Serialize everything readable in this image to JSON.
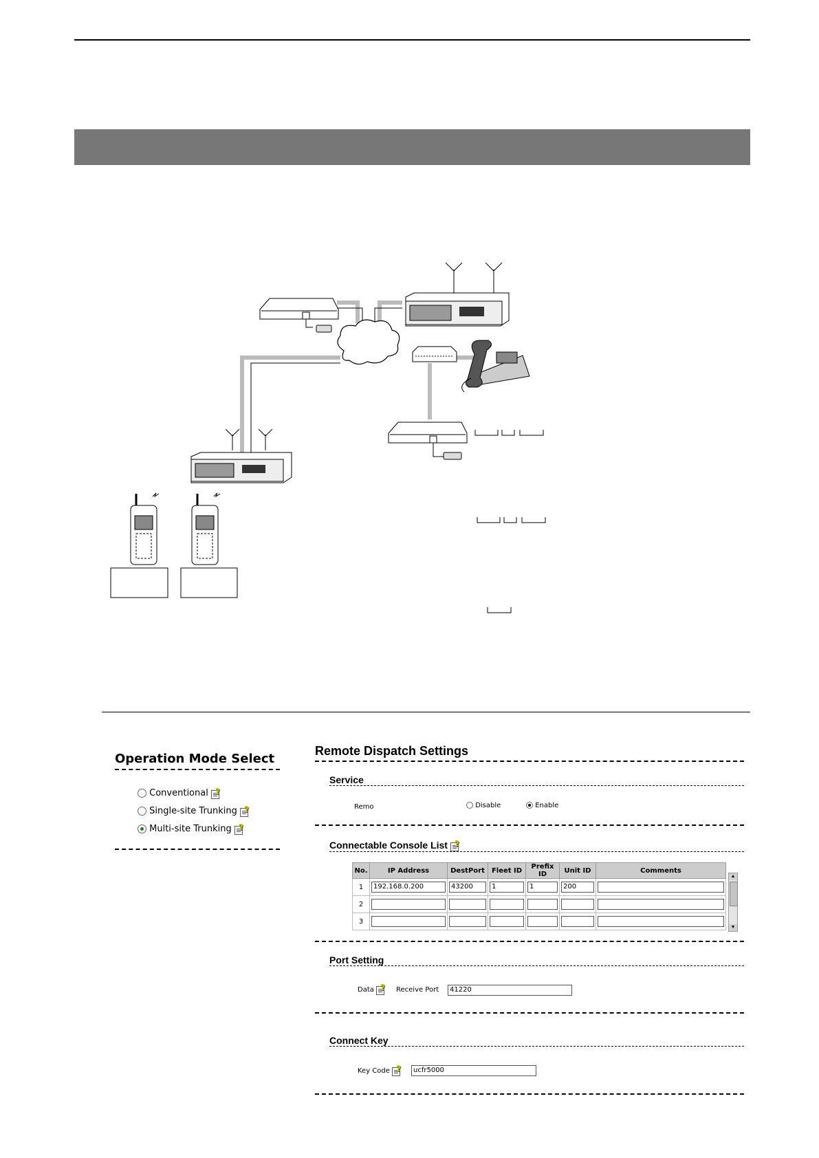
{
  "operation_mode": {
    "title": "Operation Mode Select",
    "options": [
      {
        "label": "Conventional",
        "selected": false
      },
      {
        "label": "Single-site Trunking",
        "selected": false
      },
      {
        "label": "Multi-site Trunking",
        "selected": true
      }
    ]
  },
  "remote_dispatch": {
    "title": "Remote Dispatch Settings",
    "service": {
      "title": "Service",
      "label": "Remo",
      "disable_label": "Disable",
      "enable_label": "Enable",
      "selected": "Enable"
    },
    "console_list": {
      "title": "Connectable Console List",
      "columns": [
        "No.",
        "IP Address",
        "DestPort",
        "Fleet ID",
        "Prefix ID",
        "Unit ID",
        "Comments"
      ],
      "rows": [
        {
          "no": "1",
          "ip": "192.168.0.200",
          "dest_port": "43200",
          "fleet_id": "1",
          "prefix_id": "1",
          "unit_id": "200",
          "comments": ""
        },
        {
          "no": "2",
          "ip": "",
          "dest_port": "",
          "fleet_id": "",
          "prefix_id": "",
          "unit_id": "",
          "comments": ""
        },
        {
          "no": "3",
          "ip": "",
          "dest_port": "",
          "fleet_id": "",
          "prefix_id": "",
          "unit_id": "",
          "comments": ""
        }
      ]
    },
    "port_setting": {
      "title": "Port Setting",
      "data_label": "Data",
      "receive_label": "Receive Port",
      "receive_value": "41220"
    },
    "connect_key": {
      "title": "Connect Key",
      "label": "Key Code",
      "value": "ucfr5000"
    }
  }
}
